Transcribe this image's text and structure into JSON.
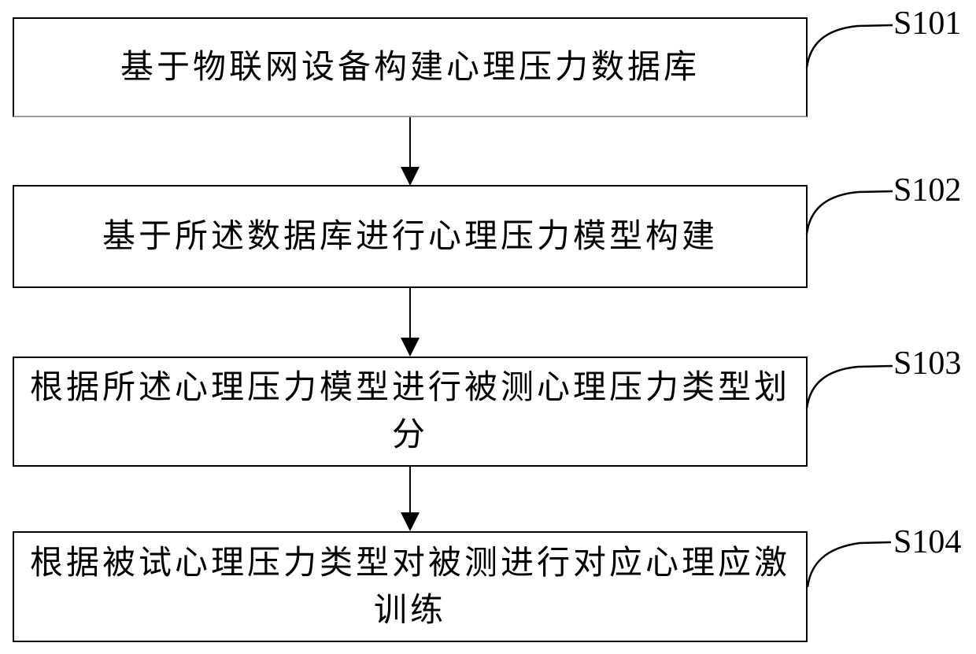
{
  "page": {
    "background_color": "#ffffff",
    "line_color": "#000000"
  },
  "flowchart": {
    "type": "vertical-flow",
    "steps": [
      {
        "label": "S101",
        "lines": [
          "基于物联网设备构建心理压力数据库"
        ]
      },
      {
        "label": "S102",
        "lines": [
          "基于所述数据库进行心理压力模型构建"
        ]
      },
      {
        "label": "S103",
        "lines": [
          "根据所述心理压力模型进行被测心理压力类型划",
          "分"
        ]
      },
      {
        "label": "S104",
        "lines": [
          "根据被试心理压力类型对被测进行对应心理应激",
          "训练"
        ]
      }
    ]
  }
}
